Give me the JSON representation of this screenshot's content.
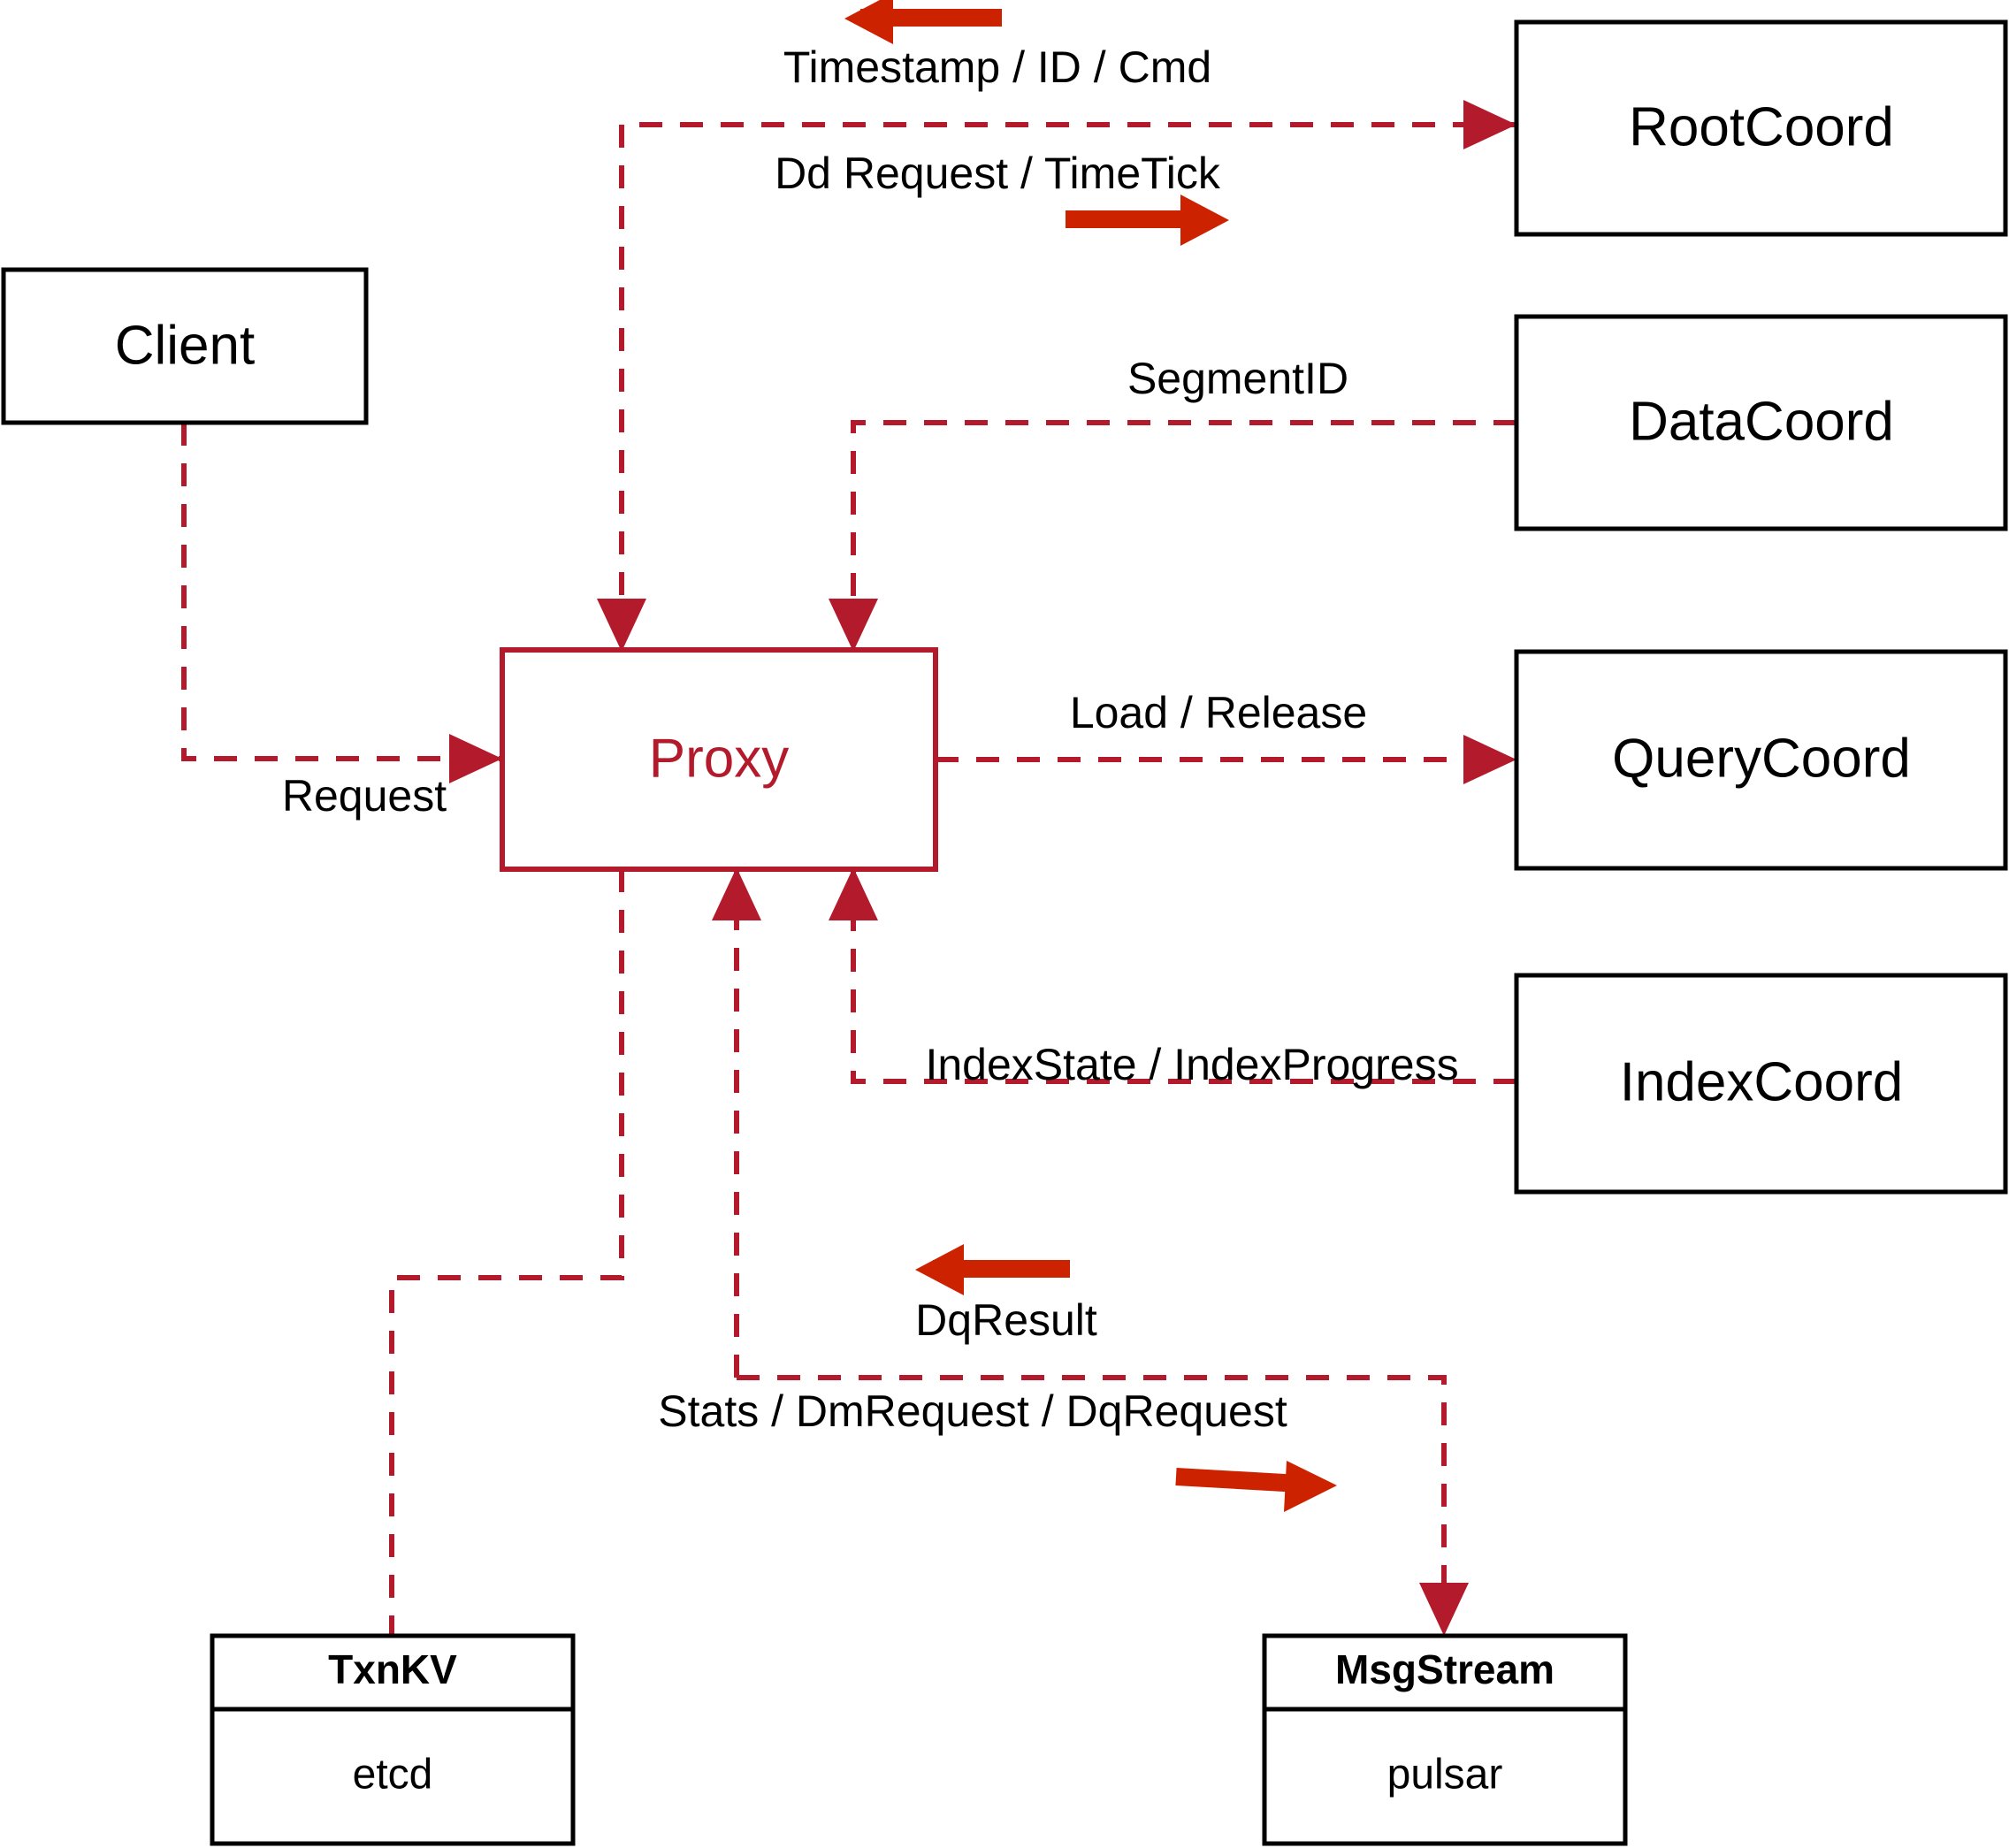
{
  "diagram": {
    "title": "Milvus Proxy interaction diagram",
    "accent_color": "#b31b2c",
    "arrow_color": "#cc2200",
    "node_color": "#000000",
    "background": "#ffffff"
  },
  "nodes": {
    "client": {
      "label": "Client"
    },
    "proxy": {
      "label": "Proxy"
    },
    "root_coord": {
      "label": "RootCoord"
    },
    "data_coord": {
      "label": "DataCoord"
    },
    "query_coord": {
      "label": "QueryCoord"
    },
    "index_coord": {
      "label": "IndexCoord"
    },
    "txnkv": {
      "label": "TxnKV",
      "sub_label": "etcd"
    },
    "msgstream": {
      "label": "MsgStream",
      "sub_label": "pulsar"
    }
  },
  "edges": [
    {
      "id": "client-to-proxy",
      "label": "Request",
      "from": "client",
      "to": "proxy",
      "direction_marker": "none"
    },
    {
      "id": "rootcoord-to-proxy",
      "label": "Timestamp / ID / Cmd",
      "from": "root_coord",
      "to": "proxy",
      "direction_marker": "left"
    },
    {
      "id": "proxy-to-rootcoord",
      "label": "Dd Request / TimeTick",
      "from": "proxy",
      "to": "root_coord",
      "direction_marker": "right"
    },
    {
      "id": "datacoord-to-proxy",
      "label": "SegmentID",
      "from": "data_coord",
      "to": "proxy",
      "direction_marker": "none"
    },
    {
      "id": "proxy-to-querycoord",
      "label": "Load / Release",
      "from": "proxy",
      "to": "query_coord",
      "direction_marker": "none"
    },
    {
      "id": "indexcoord-to-proxy",
      "label": "IndexState / IndexProgress",
      "from": "index_coord",
      "to": "proxy",
      "direction_marker": "none"
    },
    {
      "id": "msgstream-to-proxy",
      "label": "DqResult",
      "from": "msgstream",
      "to": "proxy",
      "direction_marker": "left"
    },
    {
      "id": "proxy-to-msgstream",
      "label": "Stats / DmRequest / DqRequest",
      "from": "proxy",
      "to": "msgstream",
      "direction_marker": "right"
    },
    {
      "id": "proxy-to-txnkv",
      "label": "",
      "from": "proxy",
      "to": "txnkv",
      "direction_marker": "none"
    }
  ]
}
